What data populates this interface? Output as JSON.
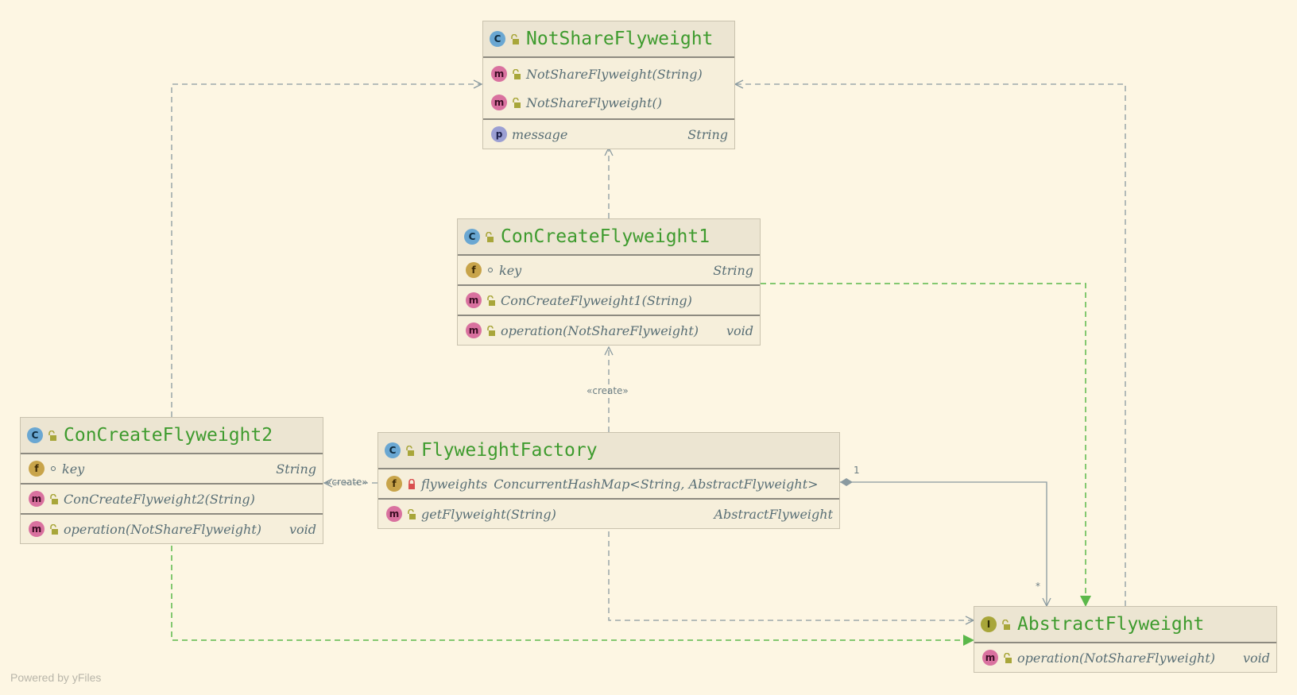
{
  "nodes": {
    "not_share": {
      "kind": "c",
      "title": "NotShareFlyweight",
      "methods": [
        "NotShareFlyweight(String)",
        "NotShareFlyweight()"
      ],
      "properties": [
        {
          "name": "message",
          "type": "String"
        }
      ]
    },
    "c1": {
      "kind": "c",
      "title": "ConCreateFlyweight1",
      "fields": [
        {
          "name": "key",
          "type": "String"
        }
      ],
      "constructors": [
        "ConCreateFlyweight1(String)"
      ],
      "methods": [
        {
          "name": "operation(NotShareFlyweight)",
          "type": "void"
        }
      ]
    },
    "c2": {
      "kind": "c",
      "title": "ConCreateFlyweight2",
      "fields": [
        {
          "name": "key",
          "type": "String"
        }
      ],
      "constructors": [
        "ConCreateFlyweight2(String)"
      ],
      "methods": [
        {
          "name": "operation(NotShareFlyweight)",
          "type": "void"
        }
      ]
    },
    "factory": {
      "kind": "c",
      "title": "FlyweightFactory",
      "fields": [
        {
          "name": "flyweights",
          "type": "ConcurrentHashMap<String, AbstractFlyweight>"
        }
      ],
      "methods": [
        {
          "name": "getFlyweight(String)",
          "type": "AbstractFlyweight"
        }
      ]
    },
    "abstract": {
      "kind": "I",
      "title": "AbstractFlyweight",
      "methods": [
        {
          "name": "operation(NotShareFlyweight)",
          "type": "void"
        }
      ]
    }
  },
  "badges": {
    "class": "C",
    "method": "m",
    "field": "f",
    "property": "p",
    "interface": "I"
  },
  "edge_labels": {
    "create_1": "«create»",
    "create_2": "«create»",
    "mult_one": "1",
    "mult_many": "*"
  },
  "icons": {
    "class": "class-icon",
    "method": "method-icon",
    "field": "field-icon",
    "property": "property-icon",
    "interface": "interface-icon",
    "public": "public-lock-icon",
    "private": "private-lock-icon"
  },
  "colors": {
    "title": "#3e9b2e",
    "dependency": "#8a9aa0",
    "realization": "#5bb84a",
    "background": "#fdf6e3"
  },
  "watermark": "Powered by yFiles"
}
